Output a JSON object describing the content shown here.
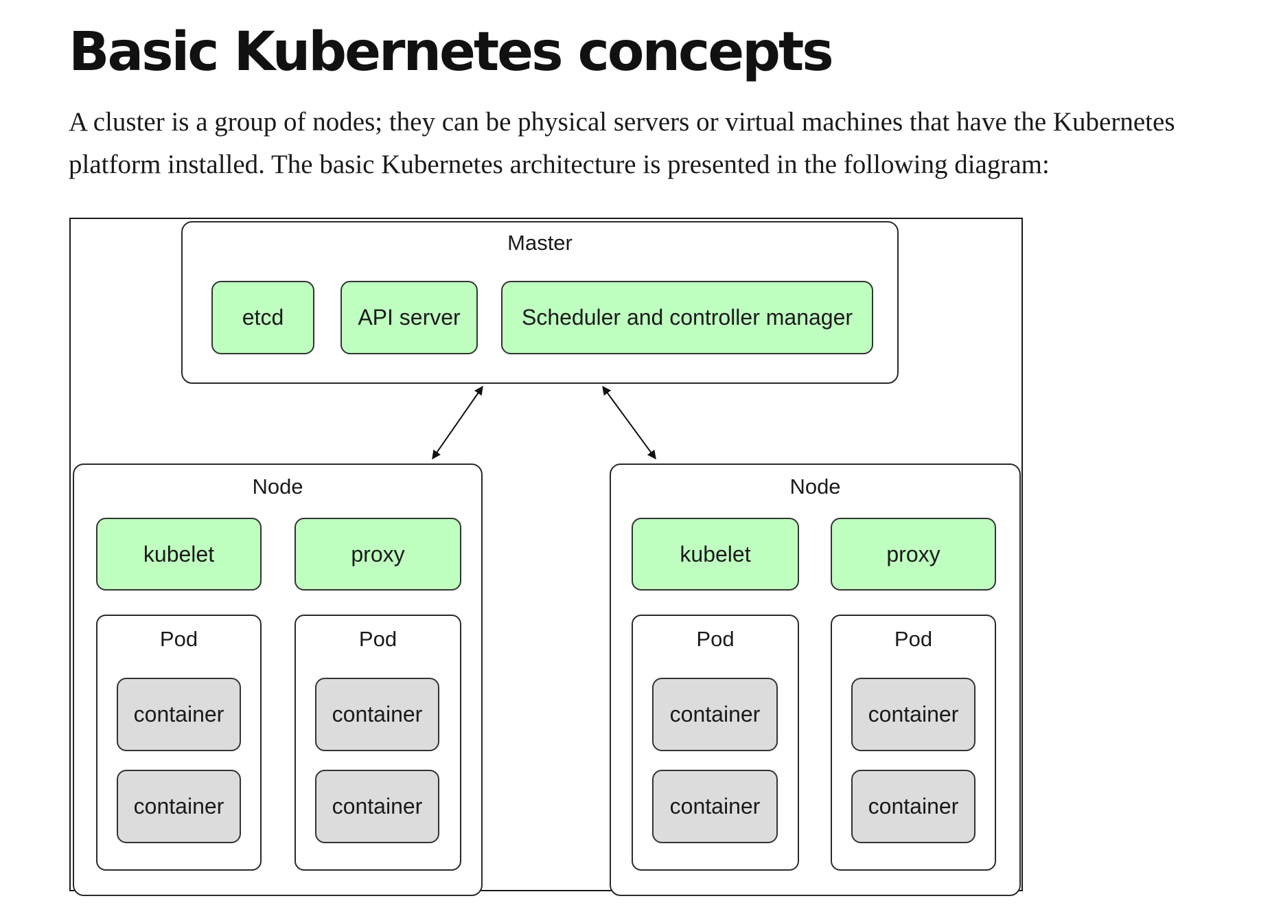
{
  "heading": "Basic Kubernetes concepts",
  "intro": "A cluster is a group of nodes; they can be physical servers or virtual machines that have the Kubernetes platform installed. The basic Kubernetes architecture is presented in the following diagram:",
  "diagram": {
    "colors": {
      "component_fill": "#bfffc0",
      "container_fill": "#dcdcdc",
      "border": "#2a2a2a"
    },
    "master": {
      "label": "Master",
      "components": [
        "etcd",
        "API server",
        "Scheduler and controller manager"
      ]
    },
    "nodes": [
      {
        "label": "Node",
        "components": [
          "kubelet",
          "proxy"
        ],
        "pods": [
          {
            "label": "Pod",
            "containers": [
              "container",
              "container"
            ]
          },
          {
            "label": "Pod",
            "containers": [
              "container",
              "container"
            ]
          }
        ]
      },
      {
        "label": "Node",
        "components": [
          "kubelet",
          "proxy"
        ],
        "pods": [
          {
            "label": "Pod",
            "containers": [
              "container",
              "container"
            ]
          },
          {
            "label": "Pod",
            "containers": [
              "container",
              "container"
            ]
          }
        ]
      }
    ],
    "connections": [
      {
        "from": "Master",
        "to": "Node 1",
        "style": "bidirectional-arrow"
      },
      {
        "from": "Master",
        "to": "Node 2",
        "style": "bidirectional-arrow"
      }
    ]
  }
}
